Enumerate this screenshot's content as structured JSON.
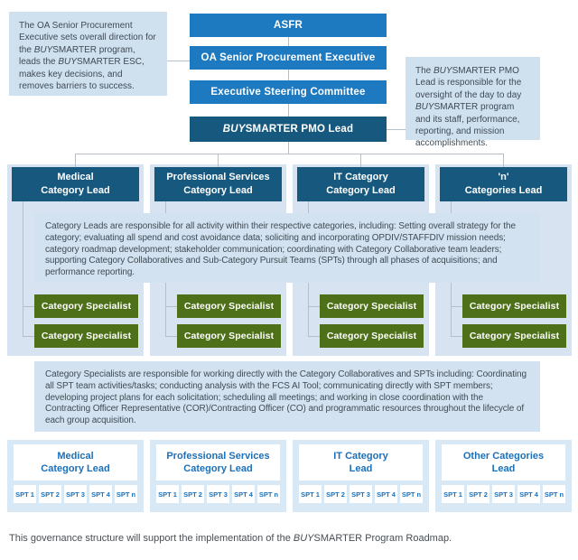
{
  "colors": {
    "bright_blue": "#1d79c0",
    "dark_blue": "#17597e",
    "specialist_green": "#4d7019",
    "panel_light_blue": "#d3e2f0",
    "bottom_panel_blue": "#d9e8f5",
    "link_text_blue": "#1c70b8",
    "connector_gray": "#b6bfc7"
  },
  "top": {
    "boxes": [
      {
        "label": "ASFR"
      },
      {
        "label": "OA Senior Procurement Executive"
      },
      {
        "label": "Executive Steering Committee"
      },
      {
        "label": "*BUY*SMARTER PMO Lead"
      }
    ],
    "left_callout": "The OA Senior Procurement Executive sets overall direction for the *BUY*SMARTER program, leads the *BUY*SMARTER ESC, makes key decisions, and removes barriers to success.",
    "right_callout": "The *BUY*SMARTER PMO Lead is responsible for the oversight of the day to day *BUY*SMARTER program and its staff, performance, reporting, and mission accomplishments."
  },
  "categories": {
    "leads": [
      {
        "line1": "Medical",
        "line2": "Category Lead"
      },
      {
        "line1": "Professional Services",
        "line2": "Category Lead"
      },
      {
        "line1": "IT Category",
        "line2": "Category Lead"
      },
      {
        "line1": "'n'",
        "line2": "Categories Lead"
      }
    ],
    "leads_note": "Category Leads are responsible for all activity within their respective categories, including: Setting overall strategy for the category; evaluating all spend and cost avoidance data; soliciting and incorporating OPDIV/STAFFDIV mission needs; category roadmap development; stakeholder communication; coordinating with Category Collaborative team leaders; supporting Category Collaboratives and Sub-Category Pursuit Teams (SPTs) through all phases of acquisitions; and performance reporting.",
    "specialist_label": "Category Specialist",
    "specialists_note": "Category Specialists are responsible for working directly with the Category Collaboratives and SPTs including: Coordinating all SPT team activities/tasks; conducting analysis with the FCS AI Tool; communicating directly with SPT members; developing project plans for each solicitation; scheduling all meetings; and working in close coordination with the Contracting Officer Representative (COR)/Contracting Officer (CO) and programmatic resources throughout the lifecycle of each group acquisition."
  },
  "bottom": {
    "panels": [
      {
        "line1": "Medical",
        "line2": "Category Lead"
      },
      {
        "line1": "Professional Services",
        "line2": "Category Lead"
      },
      {
        "line1": "IT Category",
        "line2": "Lead"
      },
      {
        "line1": "Other Categories",
        "line2": "Lead"
      }
    ],
    "spt_labels": [
      "SPT 1",
      "SPT 2",
      "SPT 3",
      "SPT 4",
      "SPT n"
    ]
  },
  "caption": "This governance structure will support the implementation of the *BUY*SMARTER Program Roadmap."
}
